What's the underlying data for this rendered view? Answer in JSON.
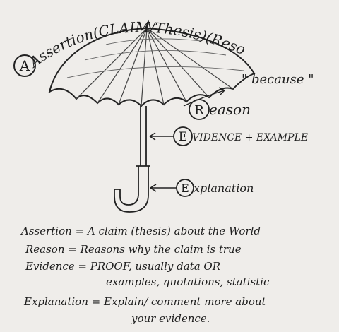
{
  "diagram": {
    "arc_title": "Assertion(CLAIM/Thesis)(Resolution)",
    "assertion_letter": "A",
    "because_quote": "\" because \"",
    "reason": {
      "letter": "R",
      "rest": "eason"
    },
    "evidence": {
      "letter": "E",
      "rest": "VIDENCE + EXAMPLE"
    },
    "explanation": {
      "letter": "E",
      "rest": "xplanation"
    }
  },
  "definitions": [
    {
      "term": "Assertion",
      "sep": " = ",
      "text": "A claim (thesis) about the World"
    },
    {
      "term": "Reason",
      "sep": " = ",
      "text": "Reasons why the claim is true"
    },
    {
      "term": "Evidence",
      "sep": " = ",
      "text_before": "PROOF, usually ",
      "text_underlined": "data",
      "text_after": " OR"
    },
    {
      "continuation": "examples, quotations, statistic"
    },
    {
      "term": "Explanation",
      "sep": " = ",
      "text": "Explain/ comment more about"
    },
    {
      "continuation": "your evidence."
    }
  ]
}
